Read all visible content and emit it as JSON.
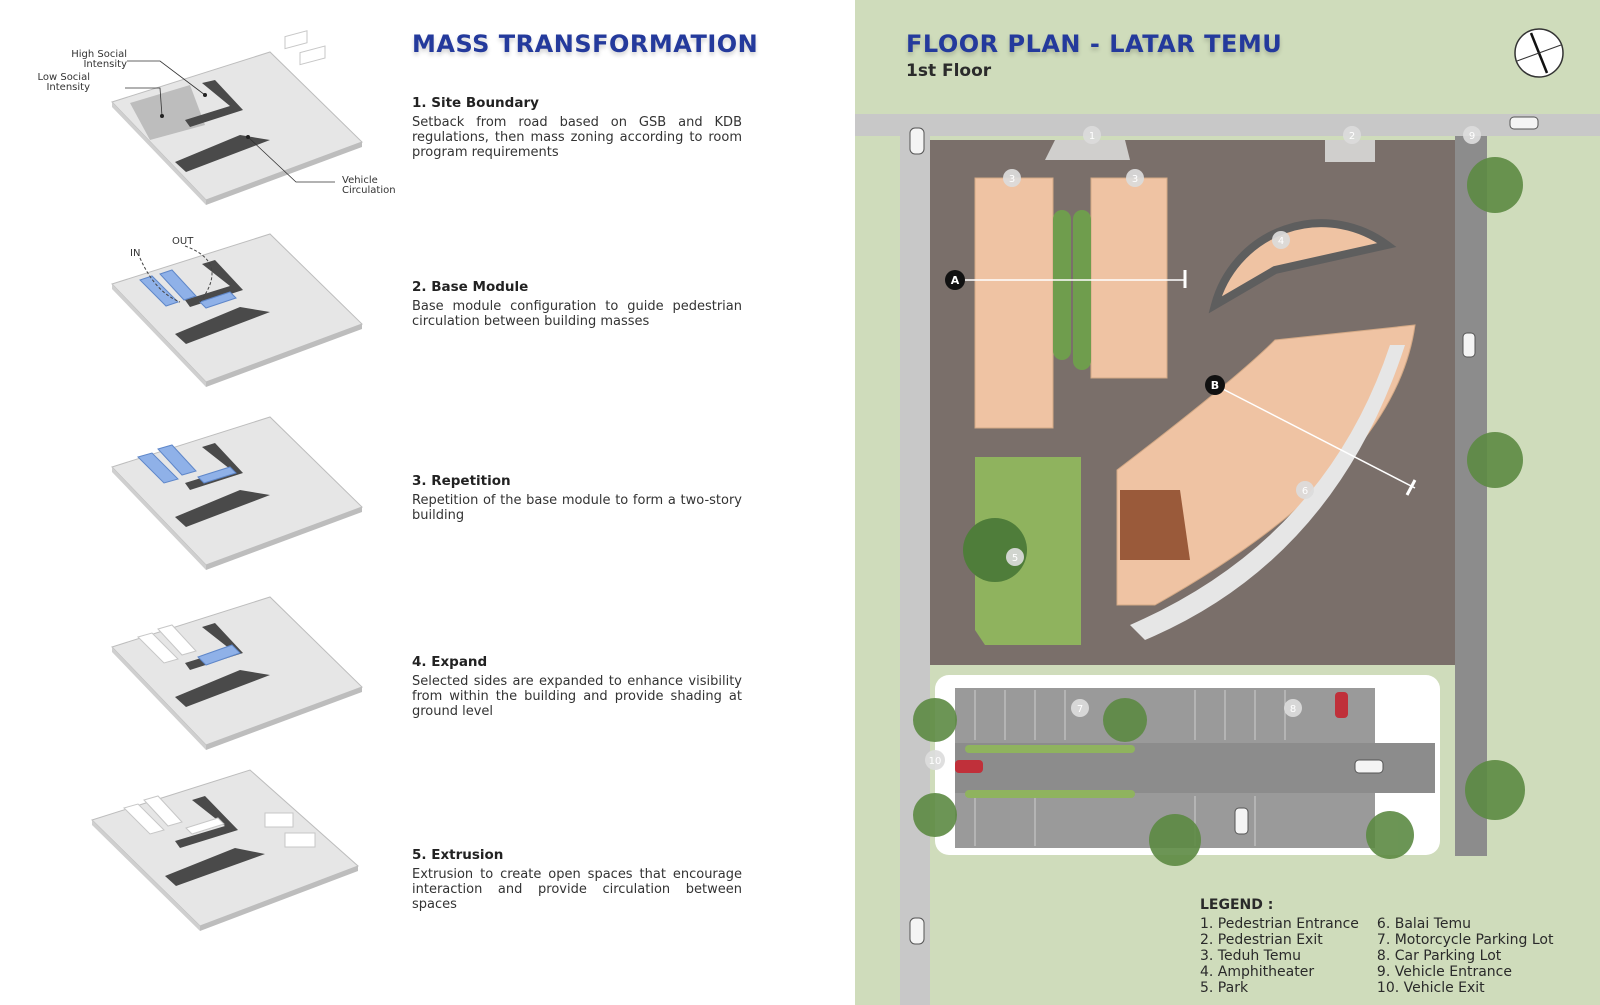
{
  "left_panel": {
    "title": "MASS TRANSFORMATION",
    "steps": [
      {
        "heading": "1. Site Boundary",
        "body": "Setback from road based on GSB and KDB regulations, then mass zoning according to room program requirements"
      },
      {
        "heading": "2. Base Module",
        "body": "Base module configuration to guide pedestrian circulation between building masses"
      },
      {
        "heading": "3. Repetition",
        "body": "Repetition of the base module to form a two-story building"
      },
      {
        "heading": "4. Expand",
        "body": "Selected sides are expanded to enhance visibility from within the building and provide shading at ground level"
      },
      {
        "heading": "5. Extrusion",
        "body": "Extrusion to create open spaces that encourage interaction and provide circulation between spaces"
      }
    ],
    "diagram_labels": {
      "high_social": [
        "High Social",
        "Intensity"
      ],
      "low_social": [
        "Low Social",
        "Intensity"
      ],
      "vehicle": [
        "Vehicle",
        "Circulation"
      ],
      "in": "IN",
      "out": "OUT"
    }
  },
  "right_panel": {
    "title": "FLOOR PLAN - LATAR TEMU",
    "subtitle": "1st Floor",
    "section_markers": [
      "A",
      "B"
    ],
    "plan_numbers": [
      "1",
      "2",
      "3",
      "3",
      "4",
      "5",
      "6",
      "7",
      "8",
      "9",
      "10"
    ],
    "legend": {
      "heading": "LEGEND :",
      "col1": [
        "1. Pedestrian Entrance",
        "2. Pedestrian Exit",
        "3. Teduh Temu",
        "4. Amphitheater",
        "5. Park"
      ],
      "col2": [
        "6. Balai Temu",
        "7. Motorcycle Parking Lot",
        "8. Car Parking Lot",
        "9. Vehicle Entrance",
        "10. Vehicle Exit"
      ]
    }
  },
  "colors": {
    "title_blue": "#243a9c",
    "grass": "#cfdcbb",
    "plaza": "#7a6f6a",
    "building": "#efc3a3",
    "road": "#9a9a9a",
    "highlight_blue": "#8fb1e8"
  }
}
